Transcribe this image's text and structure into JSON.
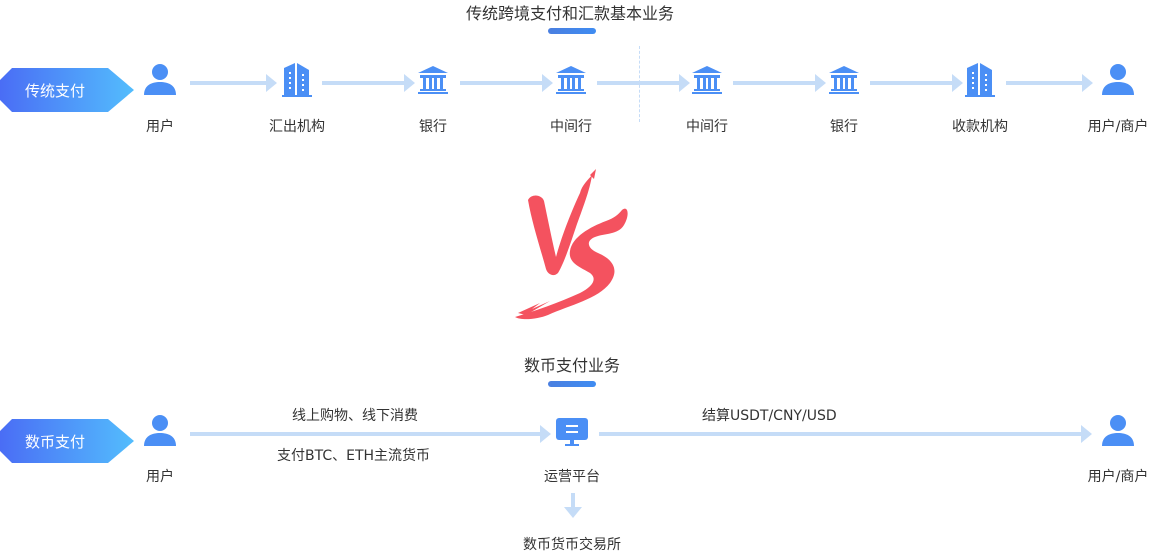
{
  "top": {
    "title": "传统跨境支付和汇款基本业务",
    "tag": "传统支付",
    "nodes": [
      {
        "label": "用户",
        "icon": "user-icon"
      },
      {
        "label": "汇出机构",
        "icon": "building-icon"
      },
      {
        "label": "银行",
        "icon": "bank-icon"
      },
      {
        "label": "中间行",
        "icon": "bank-icon"
      },
      {
        "label": "中间行",
        "icon": "bank-icon"
      },
      {
        "label": "银行",
        "icon": "bank-icon"
      },
      {
        "label": "收款机构",
        "icon": "building-icon"
      },
      {
        "label": "用户/商户",
        "icon": "user-icon"
      }
    ]
  },
  "vs": {
    "label": "VS",
    "color": "#f4525f"
  },
  "bottom": {
    "title": "数币支付业务",
    "tag": "数币支付",
    "nodes": [
      {
        "label": "用户",
        "icon": "user-icon"
      },
      {
        "label": "运营平台",
        "icon": "monitor-icon"
      },
      {
        "label": "用户/商户",
        "icon": "user-icon"
      },
      {
        "label": "数币货币交易所",
        "icon": ""
      }
    ],
    "edges": {
      "user_to_platform_top": "线上购物、线下消费",
      "user_to_platform_bottom": "支付BTC、ETH主流货币",
      "platform_to_merchant": "结算USDT/CNY/USD"
    }
  },
  "colors": {
    "icon": "#4b8ff5",
    "line": "#c5dcf7",
    "vs": "#f4525f"
  }
}
